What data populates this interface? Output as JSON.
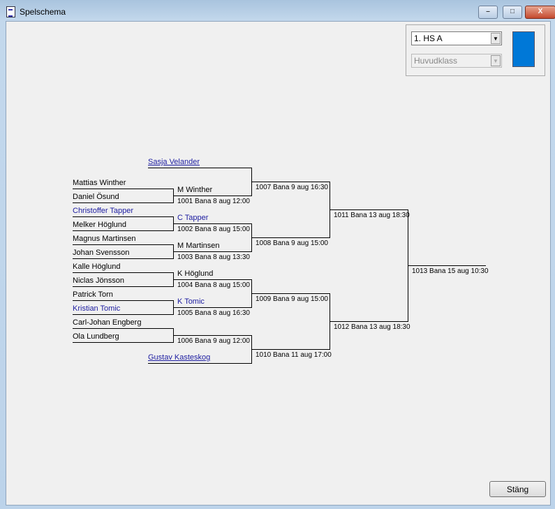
{
  "window": {
    "title": "Spelschema",
    "minimize": "–",
    "maximize": "□",
    "close": "X"
  },
  "controls": {
    "class_select": "1.  HS A",
    "category_select": "Huvudklass",
    "color": "#0078d7"
  },
  "round1": [
    "Mattias Winther",
    "Daniel Ösund",
    "Christoffer Tapper",
    "Melker Höglund",
    "Magnus Martinsen",
    "Johan Svensson",
    "Kalle Höglund",
    "Niclas Jönsson",
    "Patrick Torn",
    "Kristian Tomic",
    "Carl-Johan Engberg",
    "Ola Lundberg"
  ],
  "byes": [
    "Sasja Velander",
    "Gustav Kasteskog"
  ],
  "round2": [
    {
      "winner": "M Winther",
      "info": "1001  Bana 8 aug 12:00"
    },
    {
      "winner": "C Tapper",
      "info": "1002  Bana 8 aug 15:00"
    },
    {
      "winner": "M Martinsen",
      "info": "1003  Bana 8 aug 13:30"
    },
    {
      "winner": "K Höglund",
      "info": "1004  Bana 8 aug 15:00"
    },
    {
      "winner": "K Tomic",
      "info": "1005  Bana 8 aug 16:30"
    },
    {
      "winner": "",
      "info": "1006  Bana 9 aug 12:00"
    }
  ],
  "round3": [
    "1007  Bana 9 aug 16:30",
    "1008  Bana 9 aug 15:00",
    "1009  Bana 9 aug 15:00",
    "1010  Bana 11 aug 17:00"
  ],
  "round4": [
    "1011  Bana 13 aug 18:30",
    "1012  Bana 13 aug 18:30"
  ],
  "final": "1013  Bana 15 aug 10:30",
  "footer": {
    "close_label": "Stäng"
  }
}
